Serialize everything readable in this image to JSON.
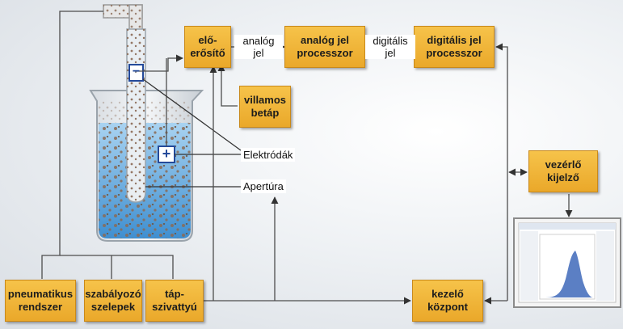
{
  "boxes": {
    "preamp": "elő-\nerősítő",
    "analog_processor": "analóg jel\nprocesszor",
    "digital_processor": "digitális jel\nprocesszor",
    "power_supply": "villamos\nbetáp",
    "display": "vezérlő\nkijelző",
    "control_center": "kezelő\nközpont",
    "pneumatic": "pneumatikus\nrendszer",
    "valves": "szabályozó\nszelepek",
    "pump": "táp-\nszivattyú"
  },
  "edge_labels": {
    "analog_signal": "analóg\njel",
    "digital_signal": "digitális\njel"
  },
  "callouts": {
    "electrodes": "Elektródák",
    "aperture": "Apertúra"
  },
  "symbols": {
    "minus": "−",
    "plus": "+"
  },
  "colors": {
    "box_fill": "#f2b83a",
    "liquid": "#6fb1e0",
    "particles": "#8a6a55",
    "histogram": "#5b7fc4"
  }
}
